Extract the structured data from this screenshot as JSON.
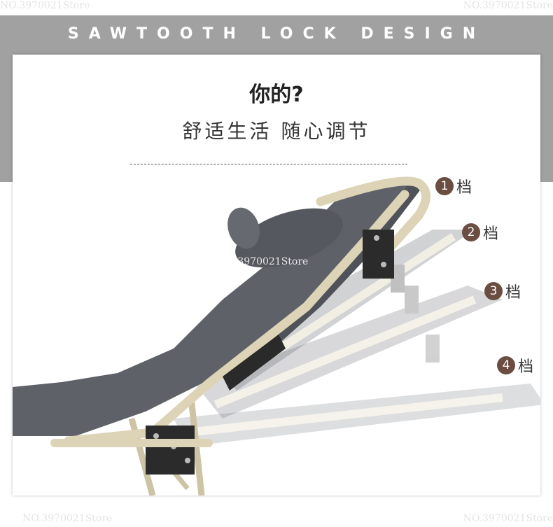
{
  "watermark": "NO.3970021Store",
  "banner": {
    "text": "SAWTOOTH LOCK DESIGN"
  },
  "title": "你的?",
  "subtitle": "舒适生活 随心调节",
  "steps": [
    {
      "num": "1",
      "label": "档"
    },
    {
      "num": "2",
      "label": "档"
    },
    {
      "num": "3",
      "label": "档"
    },
    {
      "num": "4",
      "label": "档"
    }
  ],
  "colors": {
    "band": "#a1a1a1",
    "fabric": "#5e6168",
    "frame": "#ddd3b6",
    "step_badge": "#6b4d42"
  }
}
